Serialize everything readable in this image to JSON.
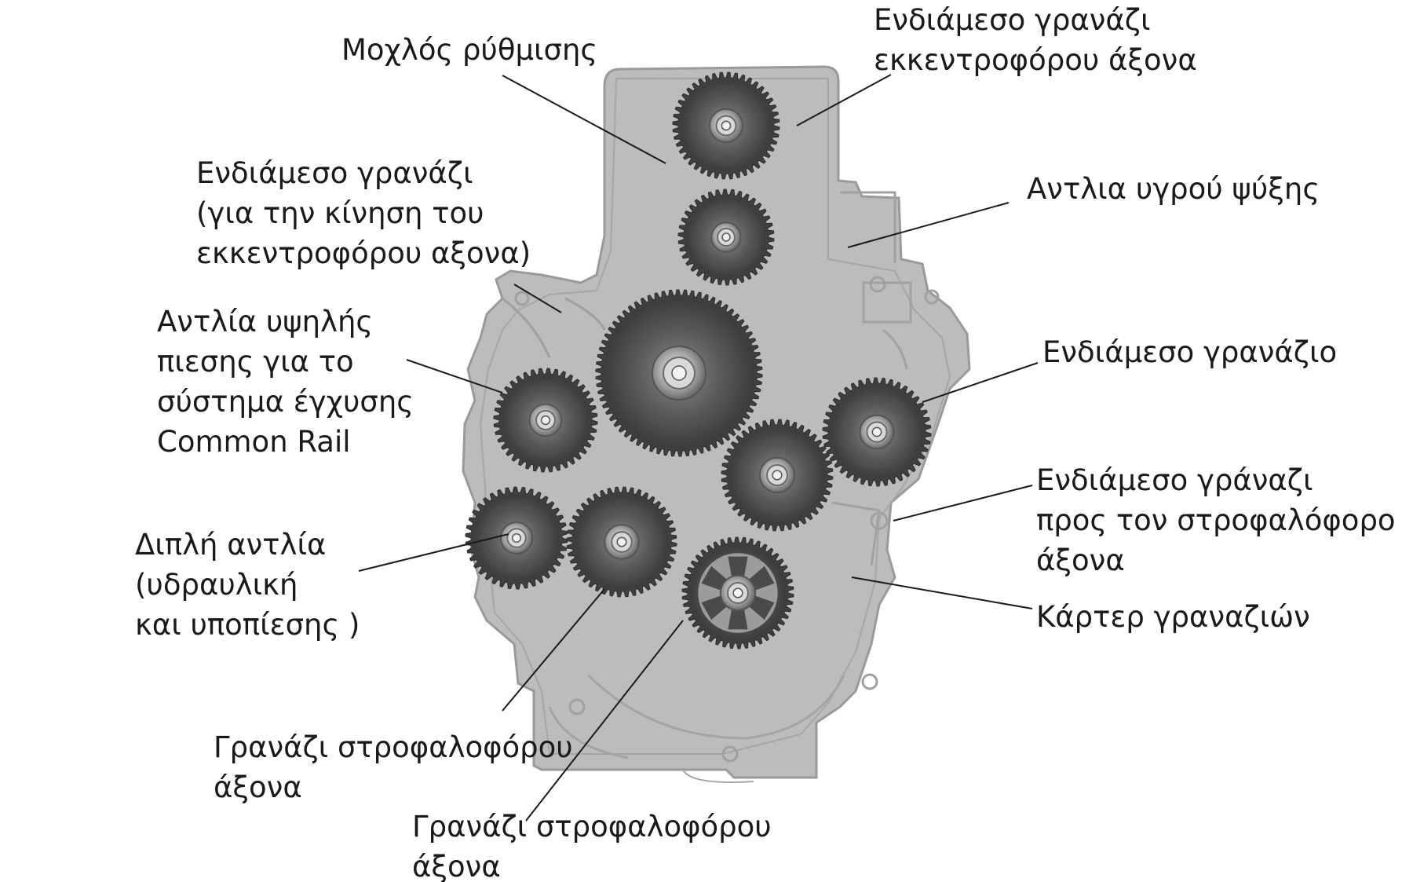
{
  "labels": {
    "adjust_lever": [
      "Μοχλός ρύθμισης"
    ],
    "cam_idler": [
      "Ενδιάμεσο γρανάζι",
      "εκκεντροφόρου άξονα"
    ],
    "cam_drive_idler": [
      "Ενδιάμεσο γρανάζι",
      "(για την κίνηση του",
      "εκκεντροφόρου αξονα)"
    ],
    "coolant_pump": [
      "Αντλια υγρού ψύξης"
    ],
    "high_pressure_pump": [
      "Αντλία υψηλής",
      "πιεσης για το",
      "σύστημα έγχυσης",
      "Common Rail"
    ],
    "idler_gear": [
      "Ενδιάμεσο γρανάζιο"
    ],
    "crank_idler": [
      "Ενδιάμεσο γράναζι",
      "προς τον στροφαλόφορο",
      "άξονα"
    ],
    "tandem_pump": [
      "Διπλή αντλία",
      "(υδραυλική",
      "και υποπίεσης )"
    ],
    "gear_case": [
      "Κάρτερ γραναζιών"
    ],
    "crank_gear_1": [
      "Γρανάζι στροφαλοφόρου",
      "άξονα"
    ],
    "crank_gear_2": [
      "Γρανάζι στροφαλοφόρου",
      "άξονα"
    ]
  },
  "colors": {
    "housing": "#b9b9bb",
    "housing_edge": "#9c9c9e",
    "gear_dark": "#4a4a4c",
    "gear_mid": "#6e6e70",
    "hub": "#9a9a9c",
    "line": "#1a1a1a",
    "text": "#1a1a1a"
  }
}
